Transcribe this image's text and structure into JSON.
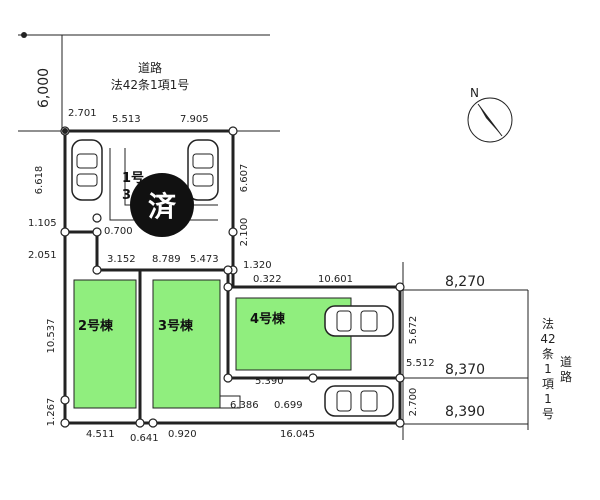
{
  "road_top": {
    "width": "6,000",
    "name": "道路",
    "article": "法42条1項1号"
  },
  "road_right": {
    "article_vertical": [
      "法",
      "42",
      "条",
      "1",
      "項",
      "1",
      "号"
    ],
    "name_vertical": [
      "道",
      "路"
    ],
    "widths": [
      "8,270",
      "8,370",
      "8,390"
    ]
  },
  "north": {
    "label": "N"
  },
  "stamp": {
    "text": "済"
  },
  "lot1": {
    "label_partial": "1号",
    "label_partial2": "3"
  },
  "buildings": {
    "b2": "2号棟",
    "b3": "3号棟",
    "b4": "4号棟"
  },
  "dimensions": {
    "d_2701": "2.701",
    "d_5513": "5.513",
    "d_7905": "7.905",
    "d_6618": "6.618",
    "d_6607": "6.607",
    "d_1105": "1.105",
    "d_0700": "0.700",
    "d_2100": "2.100",
    "d_2051": "2.051",
    "d_3152": "3.152",
    "d_8789": "8.789",
    "d_5473": "5.473",
    "d_1320": "1.320",
    "d_0322": "0.322",
    "d_10601": "10.601",
    "d_10537": "10.537",
    "d_5672": "5.672",
    "d_5512": "5.512",
    "d_5390": "5.390",
    "d_6386": "6.386",
    "d_0699": "0.699",
    "d_2700": "2.700",
    "d_1267": "1.267",
    "d_4511": "4.511",
    "d_0641": "0.641",
    "d_0920": "0.920",
    "d_16045": "16.045"
  },
  "colors": {
    "building_fill": "#90ee7e",
    "stamp_fill": "#111111",
    "line": "#222222"
  }
}
